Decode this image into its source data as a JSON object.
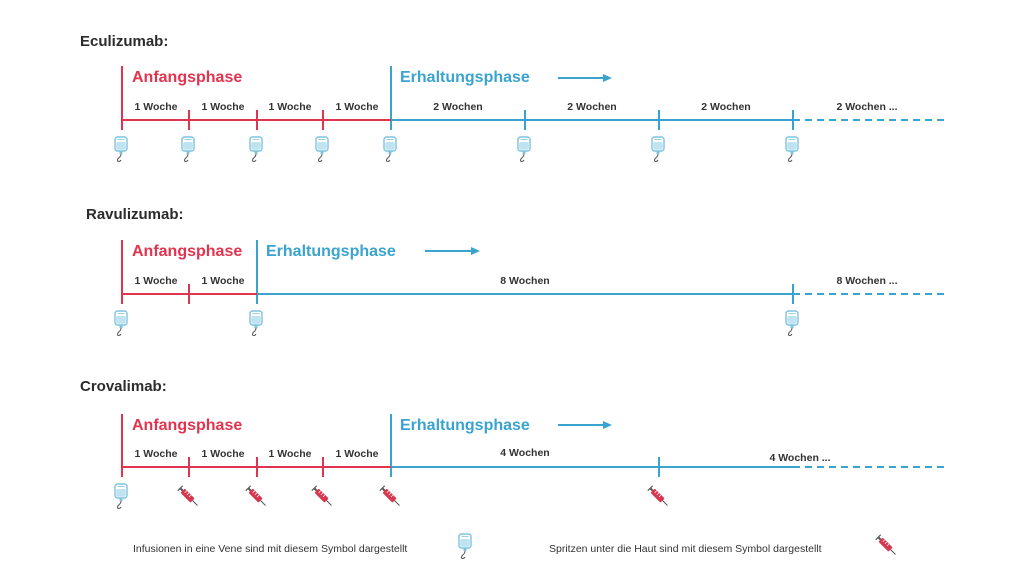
{
  "colors": {
    "initial": "#e0344f",
    "maintenance": "#3ba3cf",
    "text": "#2b2b2b",
    "iv_bag": "#7fc3dd",
    "syringe": "#d9364f"
  },
  "timelines": [
    {
      "drug": "Eculizumab:",
      "phases": {
        "initial": "Anfangsphase",
        "maintenance": "Erhaltungsphase"
      },
      "intervals": [
        "1 Woche",
        "1 Woche",
        "1 Woche",
        "1 Woche",
        "2 Wochen",
        "2 Wochen",
        "2 Wochen",
        "2 Wochen ..."
      ],
      "dose_symbols": [
        "infusion-icon",
        "infusion-icon",
        "infusion-icon",
        "infusion-icon",
        "infusion-icon",
        "infusion-icon",
        "infusion-icon",
        "infusion-icon"
      ]
    },
    {
      "drug": "Ravulizumab:",
      "phases": {
        "initial": "Anfangsphase",
        "maintenance": "Erhaltungsphase"
      },
      "intervals": [
        "1 Woche",
        "1 Woche",
        "8 Wochen",
        "8 Wochen ..."
      ],
      "dose_symbols": [
        "infusion-icon",
        "infusion-icon",
        "infusion-icon"
      ]
    },
    {
      "drug": "Crovalimab:",
      "phases": {
        "initial": "Anfangsphase",
        "maintenance": "Erhaltungsphase"
      },
      "intervals": [
        "1 Woche",
        "1 Woche",
        "1 Woche",
        "1 Woche",
        "4 Wochen",
        "4 Wochen ..."
      ],
      "dose_symbols": [
        "infusion-icon",
        "syringe-icon",
        "syringe-icon",
        "syringe-icon",
        "syringe-icon",
        "syringe-icon"
      ]
    }
  ],
  "legend": {
    "infusion": "Infusionen in eine Vene sind mit diesem Symbol dargestellt",
    "injection": "Spritzen unter die Haut sind mit diesem Symbol dargestellt"
  }
}
